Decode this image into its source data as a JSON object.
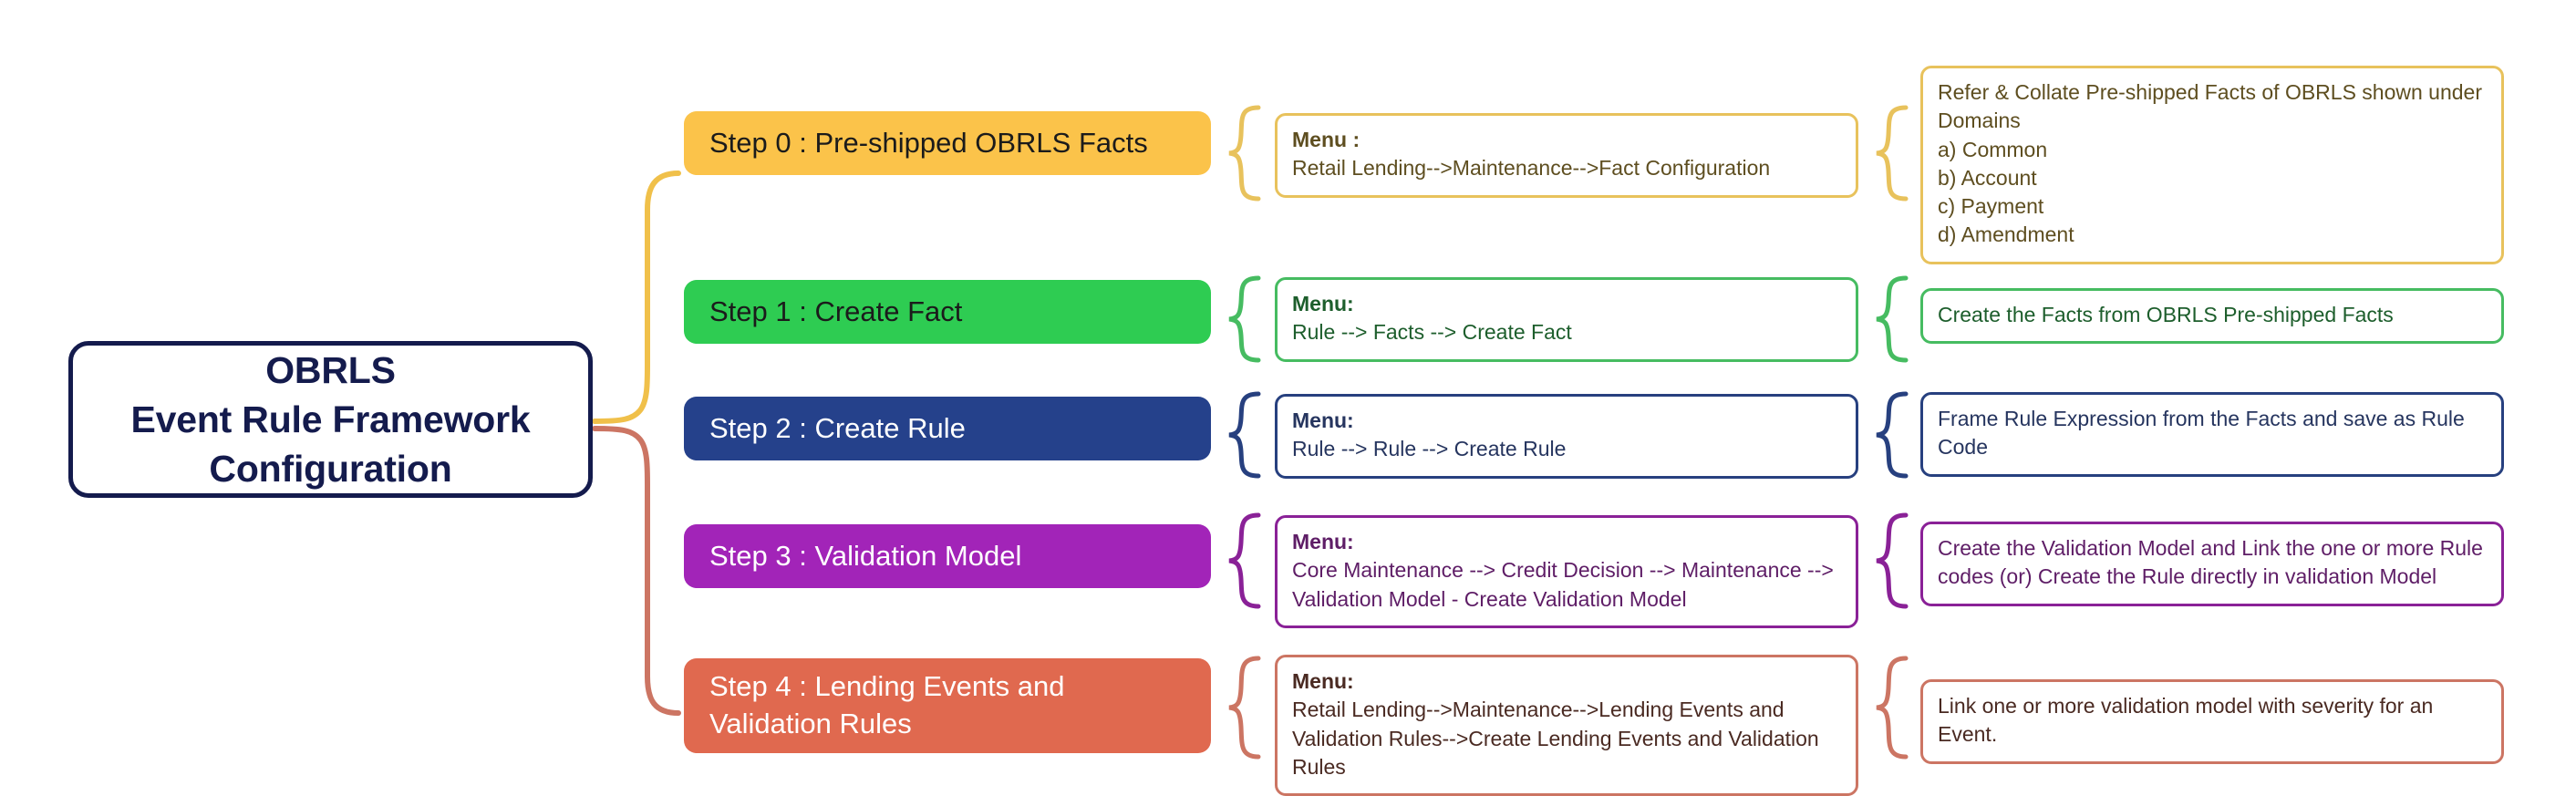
{
  "root": {
    "lines": [
      "OBRLS",
      "Event Rule Framework",
      "Configuration"
    ],
    "border_color": "#141B4D",
    "text_color": "#141B4D"
  },
  "steps": [
    {
      "id": "step-0",
      "label": "Step 0 : Pre-shipped OBRLS Facts",
      "accent": "#FBC34A",
      "border": "#E8C25C",
      "text_color": "#5E4E20",
      "menu_title": "Menu :",
      "menu_path": "Retail Lending-->Maintenance-->Fact Configuration",
      "description": "Refer & Collate Pre-shipped Facts of OBRLS shown under Domains\na) Common\nb) Account\nc) Payment\nd) Amendment"
    },
    {
      "id": "step-1",
      "label": "Step 1 : Create Fact",
      "accent": "#2ECC52",
      "border": "#46BC61",
      "text_color": "#1D5E2C",
      "menu_title": "Menu:",
      "menu_path": "Rule --> Facts --> Create Fact",
      "description": "Create the Facts from OBRLS Pre-shipped Facts"
    },
    {
      "id": "step-2",
      "label": "Step 2 : Create Rule",
      "accent": "#25418B",
      "border": "#27407F",
      "text_color": "#26355F",
      "menu_title": "Menu:",
      "menu_path": "Rule --> Rule --> Create Rule",
      "description": "Frame Rule Expression from the Facts and save as Rule Code"
    },
    {
      "id": "step-3",
      "label": "Step 3 : Validation Model",
      "accent": "#A224B8",
      "border": "#8A2197",
      "text_color": "#5E1D66",
      "menu_title": "Menu:",
      "menu_path": "Core Maintenance --> Credit Decision --> Maintenance --> Validation Model - Create Validation Model",
      "description": "Create the Validation Model and Link the one or more Rule codes (or) Create the Rule directly in validation Model"
    },
    {
      "id": "step-4",
      "label": "Step 4 : Lending Events and Validation Rules",
      "accent": "#E0694F",
      "border": "#CC7563",
      "text_color": "#4A2A22",
      "menu_title": "Menu:",
      "menu_path": "Retail Lending-->Maintenance-->Lending Events and Validation Rules-->Create Lending Events and Validation Rules",
      "description": "Link one or more validation model with severity for an Event."
    }
  ],
  "connectors": {
    "root_to_step0_color": "#F0C04A",
    "root_to_step4_color": "#CC7563",
    "brace_colors": [
      "#E8C25C",
      "#46BC61",
      "#27407F",
      "#8A2197",
      "#CC7563"
    ]
  }
}
